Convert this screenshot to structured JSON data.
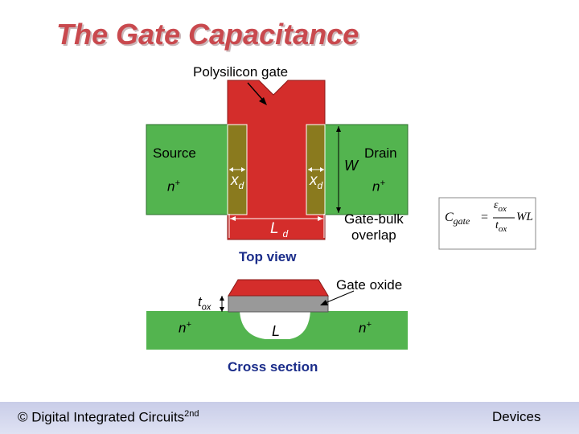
{
  "title": "The Gate Capacitance",
  "top_view": {
    "polysilicon_label": "Polysilicon gate",
    "source_label": "Source",
    "drain_label": "Drain",
    "n_left": "n",
    "n_right": "n",
    "plus": "+",
    "xd_left": "x",
    "xd_right": "x",
    "xd_sub": "d",
    "w_label": "W",
    "ld_label": "L",
    "ld_sub": "d",
    "overlap_label_1": "Gate-bulk",
    "overlap_label_2": "overlap",
    "caption": "Top view"
  },
  "formula": {
    "lhs": "C",
    "lhs_sub": "gate",
    "equals": "=",
    "numerator": "ε",
    "numerator_sub": "ox",
    "denominator": "t",
    "denominator_sub": "ox",
    "rhs": "WL"
  },
  "cross_section": {
    "gate_oxide_label": "Gate oxide",
    "tox_label": "t",
    "tox_sub": "ox",
    "n_left": "n",
    "n_right": "n",
    "plus": "+",
    "l_label": "L",
    "caption": "Cross section"
  },
  "footer": {
    "left": "© Digital Integrated Circuits",
    "left_sup": "2nd",
    "right": "Devices"
  },
  "colors": {
    "title": "#c9494e",
    "diffusion_green": "#53b44f",
    "poly_red": "#d42d2b",
    "overlap_brown": "#8a7a1e",
    "oxide_gray": "#999999",
    "footer_bg": "#c9cde8"
  }
}
